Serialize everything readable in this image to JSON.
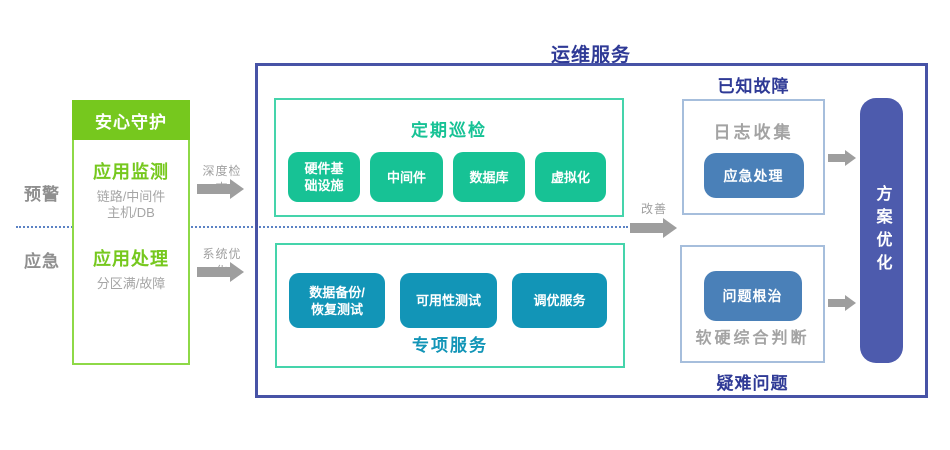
{
  "colors": {
    "bright_green": "#76c81e",
    "light_green_border": "#8ed947",
    "teal_green": "#17c295",
    "teal_green_border": "#45d4ab",
    "teal_blue": "#1295b7",
    "dark_blue": "#2f3a96",
    "frame_border": "#4753a6",
    "steel_blue": "#4a80b8",
    "light_blue_border": "#a6bedc",
    "indigo": "#4d5bad",
    "gray_text": "#9e9e9e",
    "dotted_blue": "#5b82c4"
  },
  "left_panel": {
    "stage_labels": [
      {
        "label": "预警"
      },
      {
        "label": "应急"
      }
    ],
    "guard_box": {
      "header": "安心守护",
      "sections": [
        {
          "title": "应用监测",
          "sub1": "链路/中间件",
          "sub2": "主机/DB"
        },
        {
          "title": "应用处理",
          "sub1": "分区满/故障"
        }
      ]
    },
    "arrows": [
      {
        "label": "深度检查"
      },
      {
        "label": "系统优化"
      }
    ]
  },
  "main": {
    "title": "运维服务",
    "inspection_box": {
      "title": "定期巡检",
      "items": [
        "硬件基\n础设施",
        "中间件",
        "数据库",
        "虚拟化"
      ]
    },
    "special_box": {
      "title": "专项服务",
      "items": [
        "数据备份/\n恢复测试",
        "可用性测试",
        "调优服务"
      ]
    },
    "improve_arrow_label": "改善",
    "known_fault": {
      "label": "已知故障",
      "box_title": "日志收集",
      "button": "应急处理"
    },
    "hard_problem": {
      "label": "疑难问题",
      "button": "问题根治",
      "box_title": "软硬综合判断"
    },
    "solution_box": {
      "label": "方案优化"
    }
  }
}
